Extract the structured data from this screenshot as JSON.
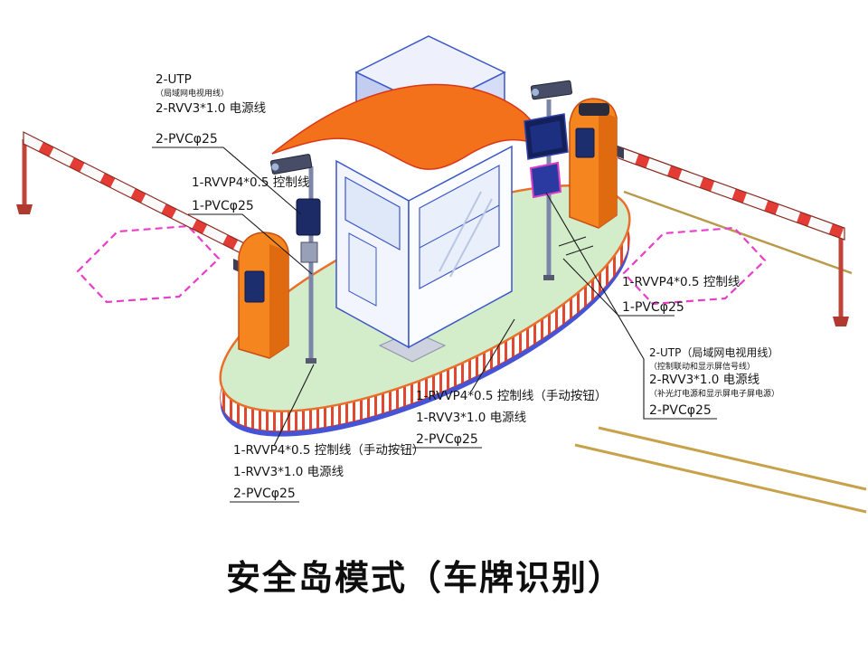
{
  "title": "安全岛模式（车牌识别）",
  "callouts": {
    "camera_pole": {
      "l1": "2-UTP",
      "l2": "（局域网电视用线）",
      "l3": "2-RVV3*1.0 电源线",
      "l4": "2-PVCφ25"
    },
    "entry_barrier": {
      "l1": "1-RVVP4*0.5 控制线",
      "l2": "1-PVCφ25"
    },
    "exit_barrier": {
      "l1": "1-RVVP4*0.5 控制线",
      "l2": "1-PVCφ25"
    },
    "display_pole": {
      "l1": "2-UTP（局域网电视用线）",
      "l2": "（控制联动和显示屏信号线）",
      "l3": "2-RVV3*1.0 电源线",
      "l4": "（补光灯电源和显示屏电子屏电源）",
      "l5": "2-PVCφ25"
    },
    "manual_button_right": {
      "l1": "1-RVVP4*0.5 控制线（手动按钮）",
      "l2": "1-RVV3*1.0 电源线",
      "l3": "2-PVCφ25"
    },
    "manual_button_left": {
      "l1": "1-RVVP4*0.5 控制线（手动按钮）",
      "l2": "1-RVV3*1.0 电源线",
      "l3": "2-PVCφ25"
    }
  },
  "colors": {
    "island_green": "#d3ecca",
    "curb_orange": "#e8702a",
    "side_stripe_red": "#e04830",
    "rim_blue": "#4553d6",
    "cabinet_orange": "#f5861f",
    "canopy_orange": "#f4711c",
    "booth_line_blue": "#3a57c8",
    "detection_zone_magenta": "#e83ecb",
    "road_line_tan": "#c8a24a",
    "barrier_stripe_red": "#e23c34"
  }
}
